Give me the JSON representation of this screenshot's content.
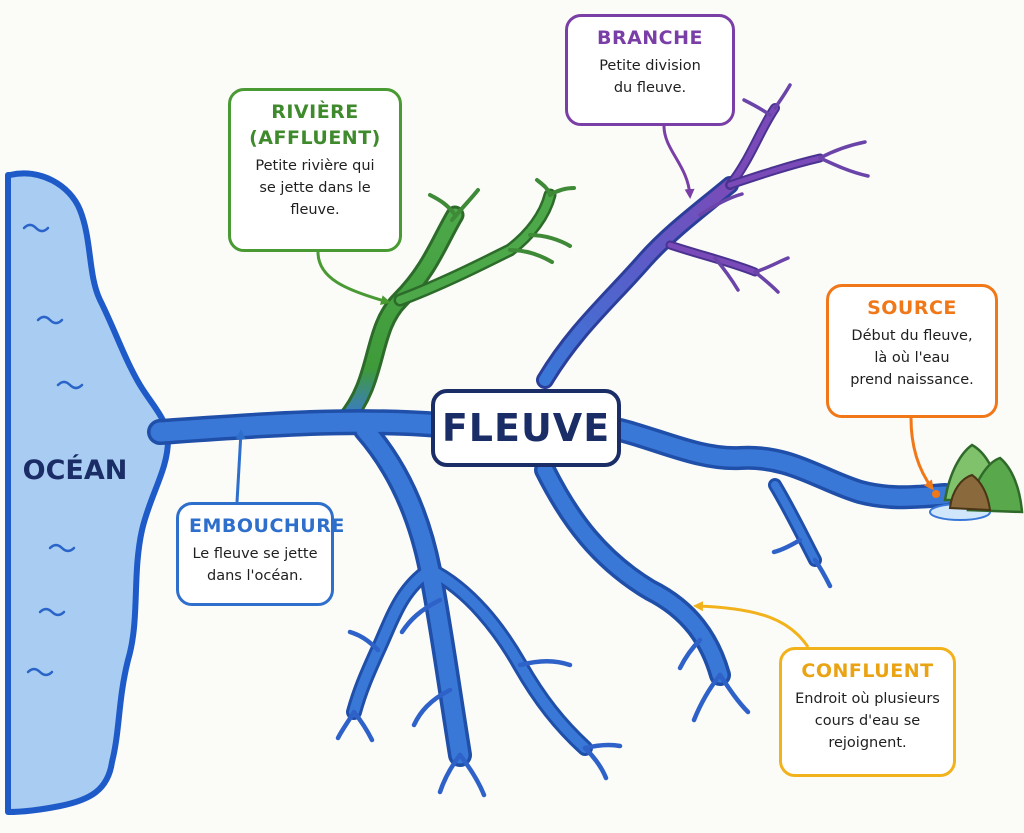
{
  "center_title": "FLEUVE",
  "ocean_label": "OCÉAN",
  "callouts": {
    "riviere": {
      "title_1": "RIVIÈRE",
      "title_2": "(AFFLUENT)",
      "line_1": "Petite rivière qui",
      "line_2": "se jette dans le",
      "line_3": "fleuve."
    },
    "branche": {
      "title": "BRANCHE",
      "line_1": "Petite division",
      "line_2": "du fleuve."
    },
    "source": {
      "title": "SOURCE",
      "line_1": "Début du fleuve,",
      "line_2": "là où l'eau",
      "line_3": "prend naissance."
    },
    "embouchure": {
      "title": "EMBOUCHURE",
      "line_1": "Le fleuve se jette",
      "line_2": "dans l'océan."
    },
    "confluent": {
      "title": "CONFLUENT",
      "line_1": "Endroit où plusieurs",
      "line_2": "cours d'eau se",
      "line_3": "rejoignent."
    }
  },
  "colors": {
    "river_blue": "#3a78d8",
    "river_outline": "#1f4fa8",
    "tributary_green": "#3f9a3a",
    "branch_purple": "#6e4bb8",
    "ocean_fill": "#a9cdf2",
    "ocean_edge": "#1e5bc8",
    "riviere_accent": "#4a9a34",
    "branche_accent": "#7a3fa6",
    "source_accent": "#f07818",
    "embouchure_accent": "#2f6fcc",
    "confluent_accent": "#f2b21c",
    "title_navy": "#1a2d66"
  }
}
